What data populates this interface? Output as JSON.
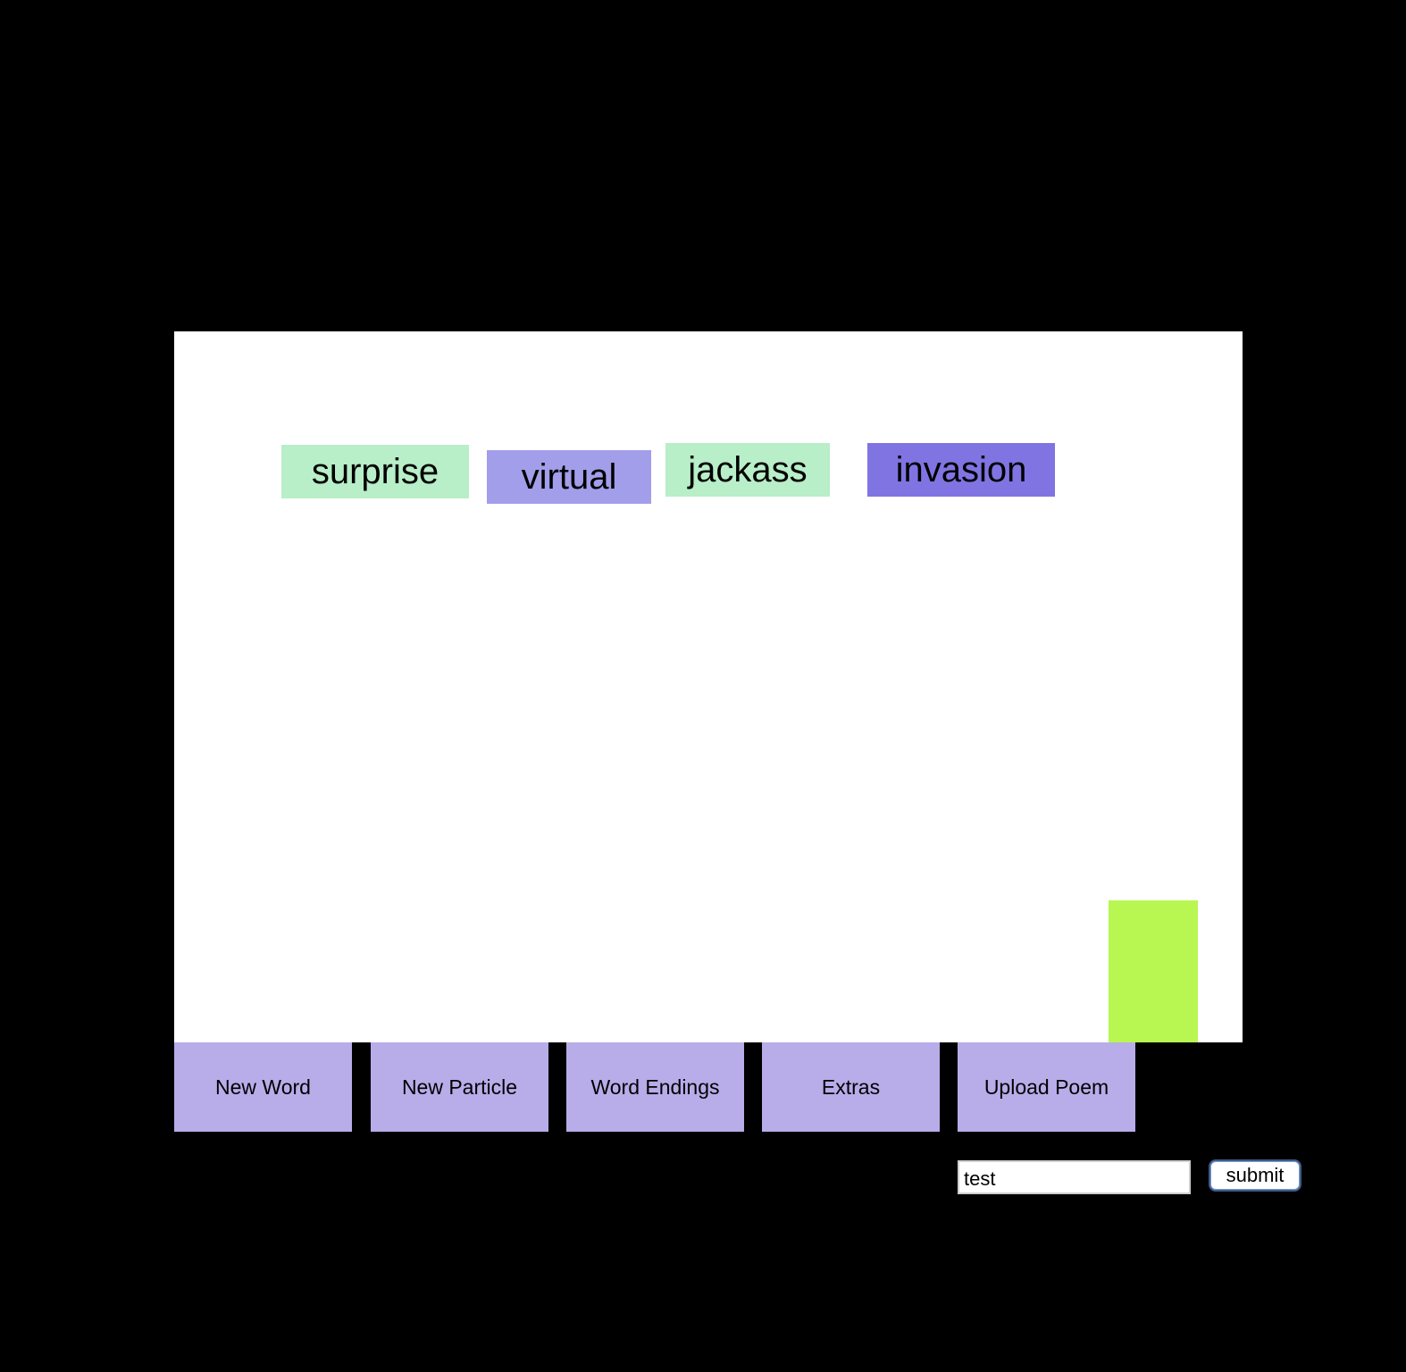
{
  "colors": {
    "page_background": "#000000",
    "board_background": "#ffffff",
    "tile_green": "#b8eec8",
    "tile_lavender": "#a29eea",
    "tile_purple": "#8074e2",
    "toolbar_button": "#b8ace9",
    "trash_bin": "#b8f752"
  },
  "board": {
    "tiles": [
      {
        "word": "surprise",
        "color": "#b8eec8"
      },
      {
        "word": "virtual",
        "color": "#a29eea"
      },
      {
        "word": "jackass",
        "color": "#b8eec8"
      },
      {
        "word": "invasion",
        "color": "#8074e2"
      }
    ],
    "trash_bin": {
      "color": "#b8f752"
    }
  },
  "toolbar": {
    "buttons": [
      {
        "label": "New Word"
      },
      {
        "label": "New Particle"
      },
      {
        "label": "Word Endings"
      },
      {
        "label": "Extras"
      },
      {
        "label": "Upload Poem"
      }
    ]
  },
  "poem_form": {
    "input_value": "test",
    "submit_label": "submit"
  }
}
